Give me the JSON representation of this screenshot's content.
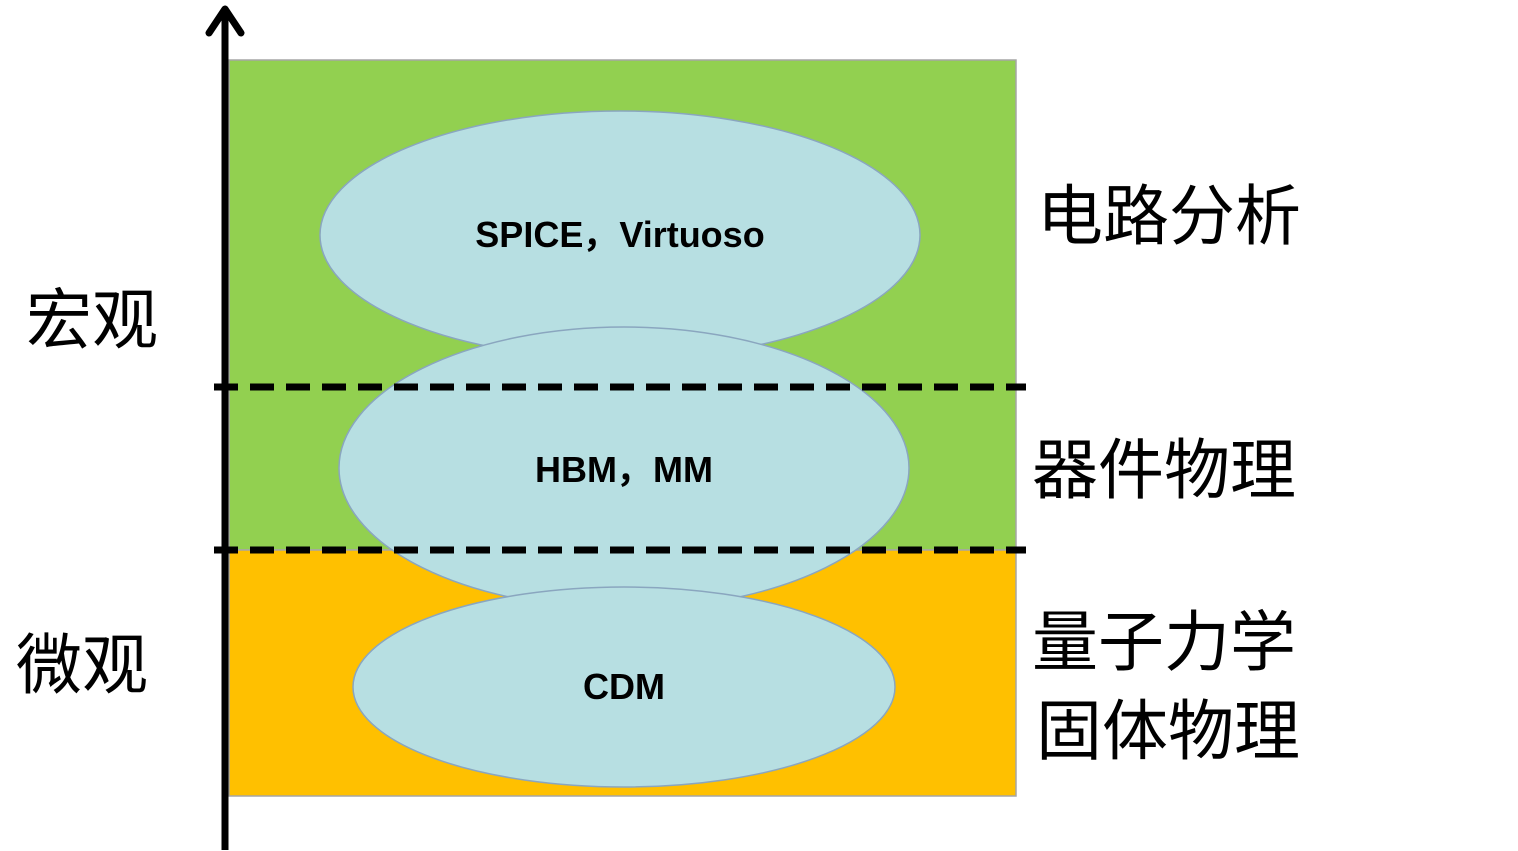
{
  "axis": {
    "top_label": "宏观",
    "bottom_label": "微观"
  },
  "ellipses": [
    {
      "label": "SPICE，Virtuoso"
    },
    {
      "label": "HBM，MM"
    },
    {
      "label": "CDM"
    }
  ],
  "levels": [
    {
      "label": "电路分析"
    },
    {
      "label": "器件物理"
    },
    {
      "label": "量子力学"
    },
    {
      "label": "固体物理"
    }
  ],
  "colors": {
    "macro_region": "#92d050",
    "micro_region": "#ffc000",
    "ellipse_fill": "#b7dfe2",
    "ellipse_stroke": "#8aa6bf",
    "axis": "#000000",
    "divider": "#000000"
  }
}
